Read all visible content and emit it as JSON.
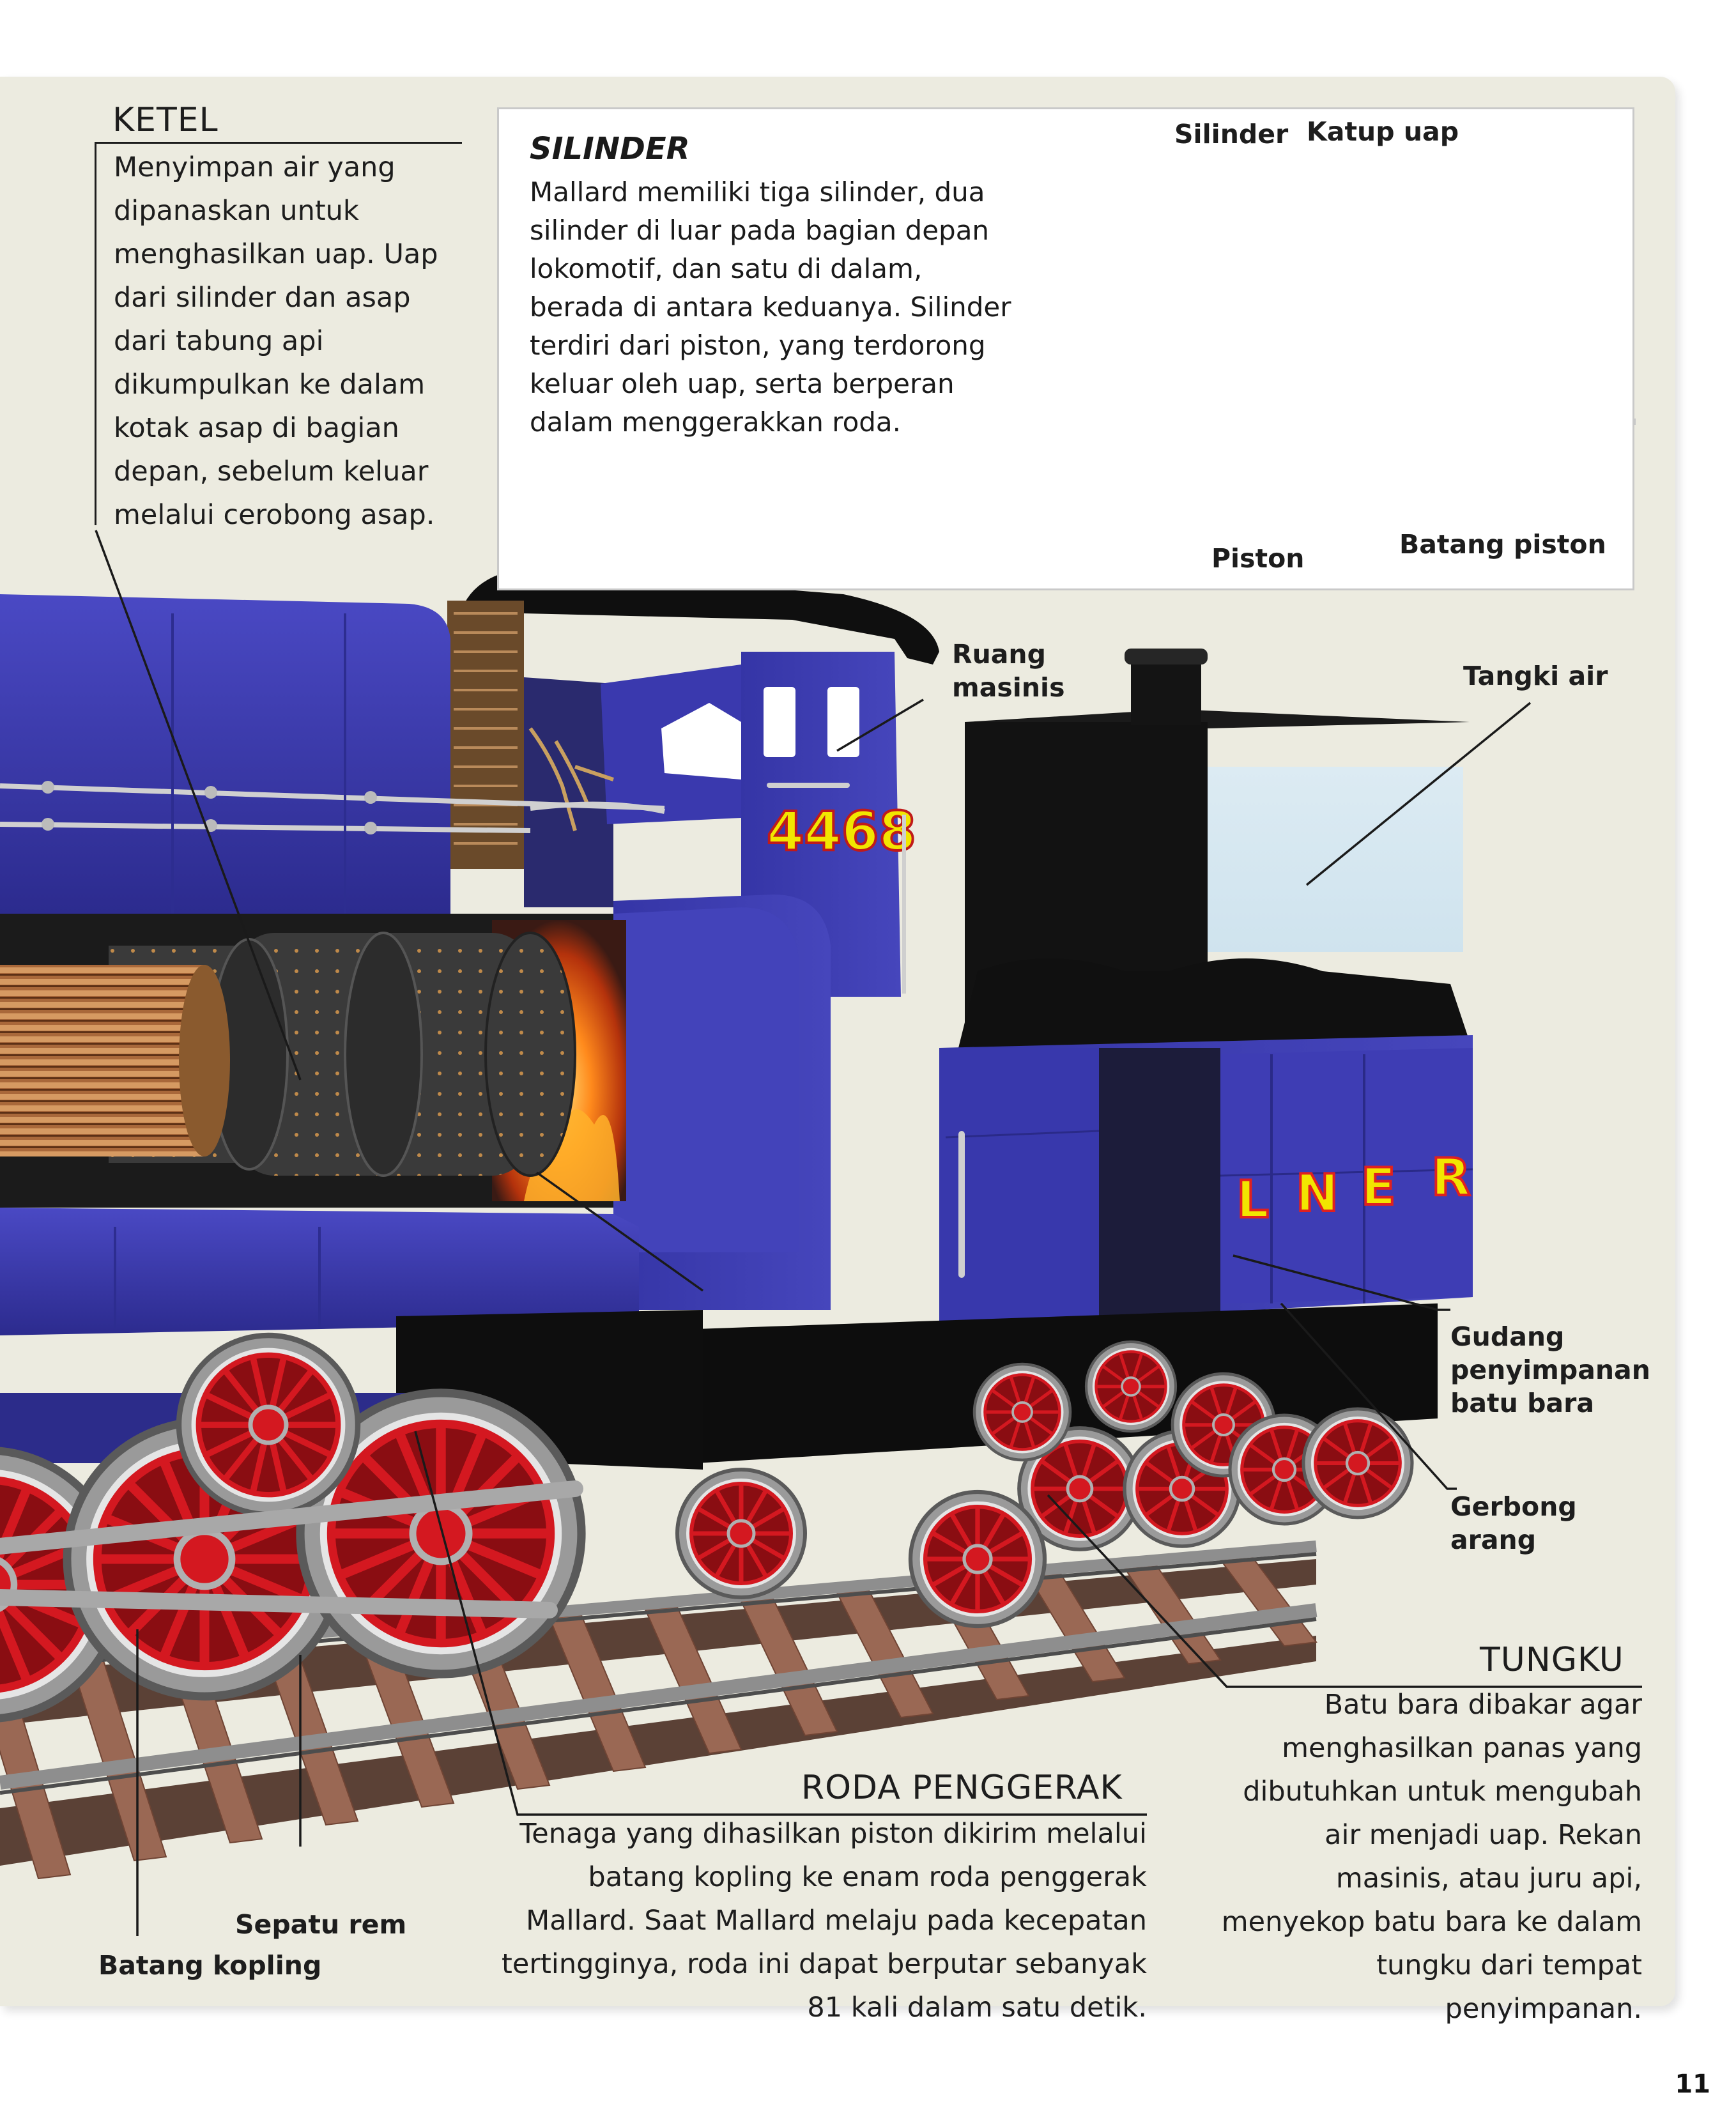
{
  "ketel": {
    "title": "KETEL",
    "text": "Menyimpan air yang dipanaskan untuk menghasilkan uap. Uap dari silinder dan asap dari tabung api dikumpulkan ke dalam kotak asap di bagian depan, sebelum keluar melalui cerobong asap."
  },
  "silinder": {
    "title": "SILINDER",
    "text": "Mallard memiliki tiga silinder, dua silinder di luar pada bagian depan lokomotif, dan satu di dalam, berada di antara keduanya. Silinder terdiri dari piston, yang terdorong keluar oleh uap, serta berperan dalam menggerakkan roda.",
    "diagram_labels": {
      "silinder": "Silinder",
      "katup_uap": "Katup uap",
      "piston": "Piston",
      "batang_piston": "Batang piston"
    }
  },
  "labels": {
    "ruang_masinis": "Ruang masinis",
    "tangki_air": "Tangki air",
    "gudang": "Gudang penyimpanan batu bara",
    "gerbong": "Gerbong arang",
    "sepatu_rem": "Sepatu rem",
    "batang_kopling": "Batang kopling"
  },
  "train": {
    "number": "4468",
    "tender_letters": [
      "L",
      "N",
      "E",
      "R"
    ]
  },
  "tungku": {
    "title": "TUNGKU",
    "text": "Batu bara dibakar agar menghasilkan panas yang dibutuhkan untuk mengubah air menjadi uap. Rekan masinis, atau juru api, menyekop batu bara ke dalam tungku dari tempat penyimpanan."
  },
  "roda": {
    "title": "RODA PENGGERAK",
    "text": "Tenaga yang dihasilkan piston dikirim melalui batang kopling ke enam roda penggerak Mallard. Saat Mallard melaju pada kecepatan tertingginya, roda ini dapat berputar sebanyak 81 kali dalam satu detik."
  },
  "page_number": "11",
  "colors": {
    "panel": "#ecebe0",
    "loco_blue": "#3b3aa8",
    "wheel_red": "#d41820",
    "number_yellow": "#f2e600"
  }
}
